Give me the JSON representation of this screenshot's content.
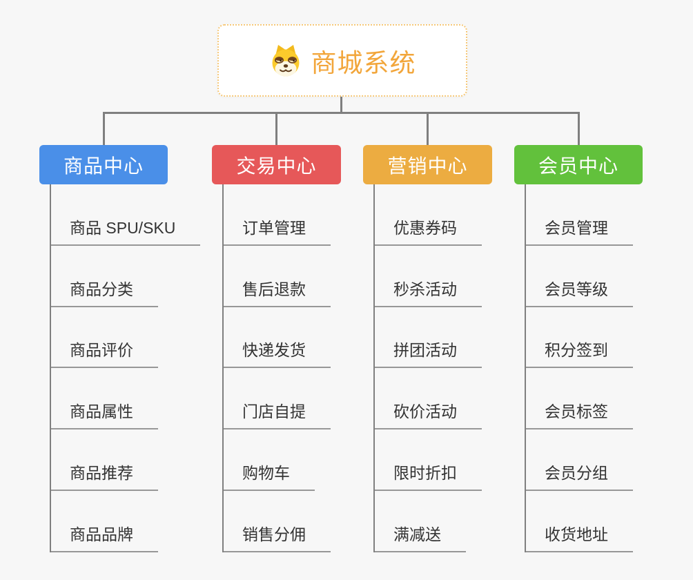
{
  "root": {
    "title": "商城系统",
    "icon": "doge-icon"
  },
  "branches": [
    {
      "label": "商品中心",
      "color": "#4A8FE8",
      "items": [
        "商品 SPU/SKU",
        "商品分类",
        "商品评价",
        "商品属性",
        "商品推荐",
        "商品品牌"
      ]
    },
    {
      "label": "交易中心",
      "color": "#E65859",
      "items": [
        "订单管理",
        "售后退款",
        "快递发货",
        "门店自提",
        "购物车",
        "销售分佣"
      ]
    },
    {
      "label": "营销中心",
      "color": "#ECAC41",
      "items": [
        "优惠券码",
        "秒杀活动",
        "拼团活动",
        "砍价活动",
        "限时折扣",
        "满减送"
      ]
    },
    {
      "label": "会员中心",
      "color": "#62C13C",
      "items": [
        "会员管理",
        "会员等级",
        "积分签到",
        "会员标签",
        "会员分组",
        "收货地址"
      ]
    }
  ],
  "colors": {
    "background": "#F7F7F7",
    "connector": "#7F7F7F",
    "underline": "#979797",
    "item_text": "#333333",
    "root_text": "#F2A63B",
    "root_border": "#F6C878"
  }
}
